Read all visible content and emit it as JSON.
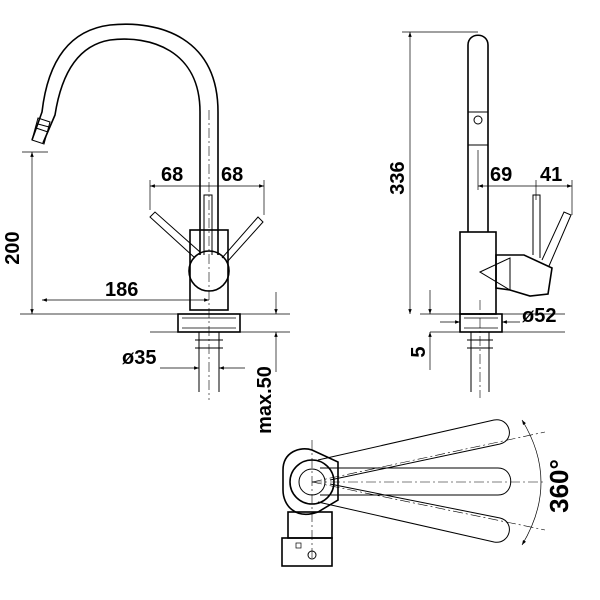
{
  "dimensions": {
    "front": {
      "handle_spread_left": "68",
      "handle_spread_right": "68",
      "spout_height": "200",
      "spout_reach": "186",
      "hole_diameter": "ø35",
      "max_counter_thickness": "max.50"
    },
    "side": {
      "total_height": "336",
      "reach_to_handle": "69",
      "handle_offset": "41",
      "base_diameter": "ø52",
      "base_height": "5"
    },
    "top": {
      "rotation": "360°"
    }
  }
}
